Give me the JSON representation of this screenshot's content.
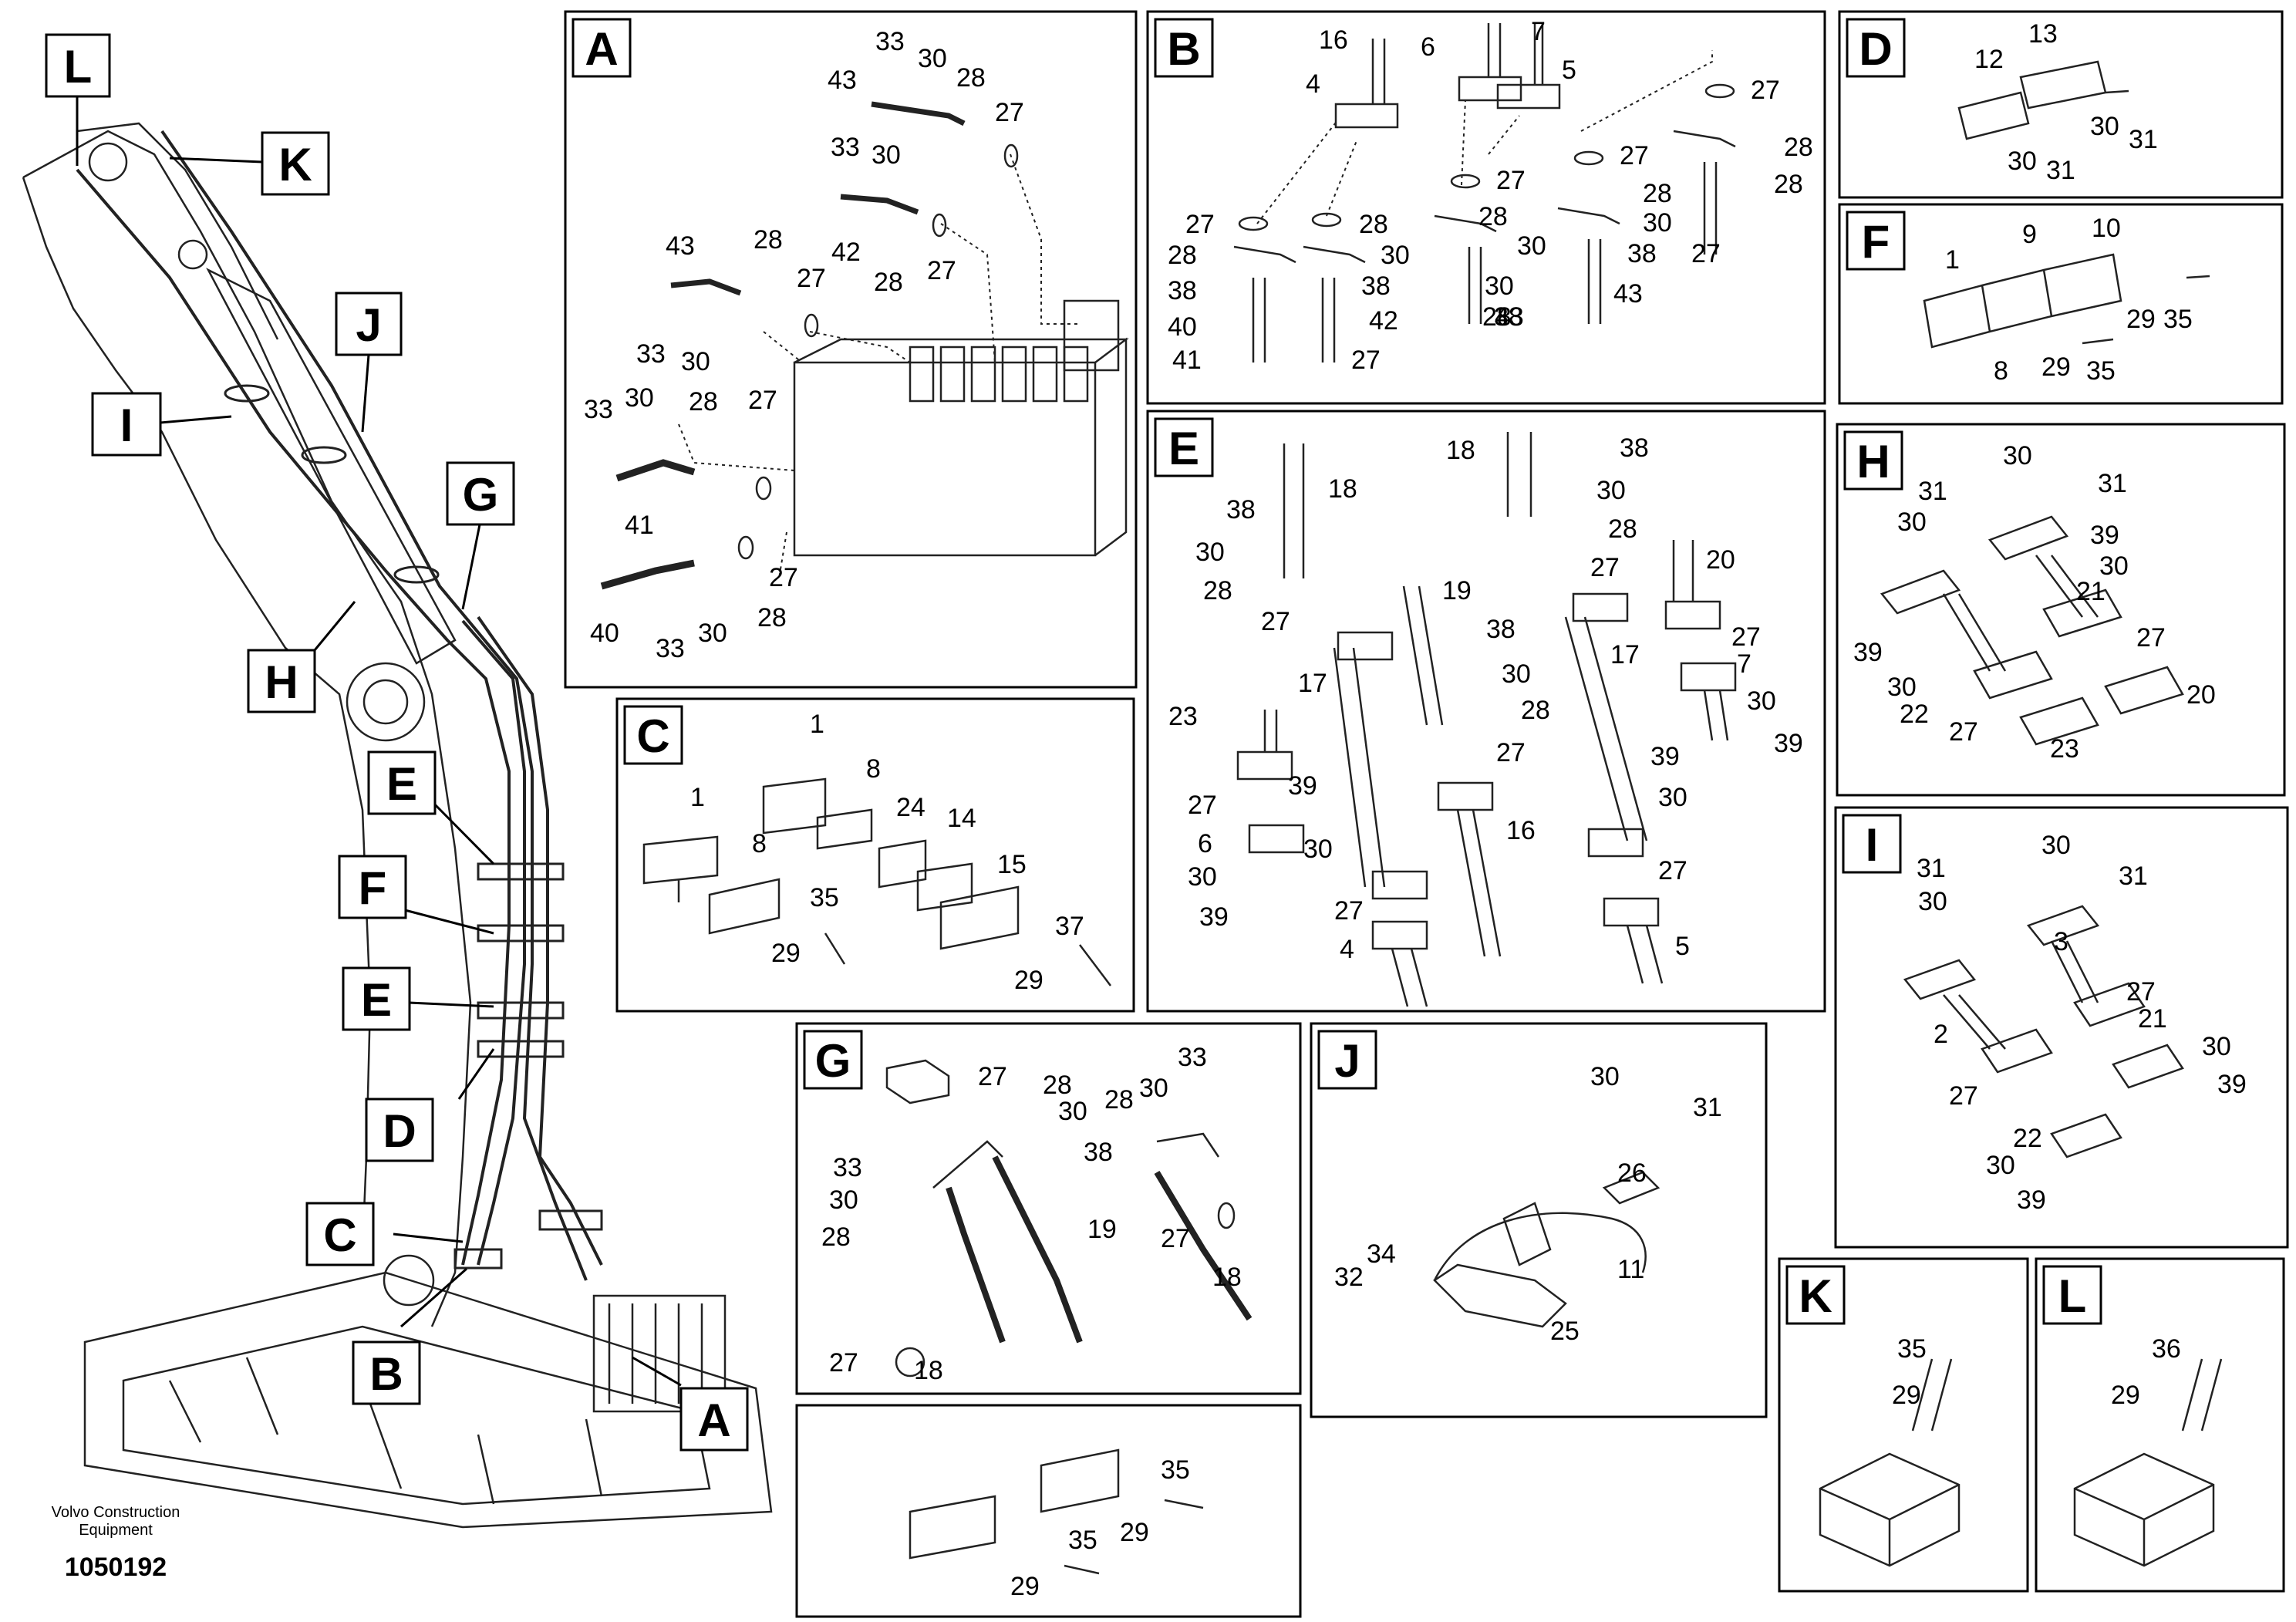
{
  "footer": {
    "brand_line1": "Volvo Construction",
    "brand_line2": "Equipment",
    "diagram_number": "1050192"
  },
  "overview_callouts": [
    "L",
    "K",
    "I",
    "J",
    "G",
    "H",
    "E",
    "F",
    "E",
    "D",
    "C",
    "B",
    "A"
  ],
  "panels": [
    {
      "letter": "A",
      "labels": [
        "33",
        "30",
        "28",
        "43",
        "27",
        "33",
        "30",
        "42",
        "28",
        "27",
        "43",
        "28",
        "27",
        "33",
        "30",
        "33",
        "30",
        "28",
        "27",
        "41",
        "40",
        "33",
        "30",
        "27",
        "28"
      ]
    },
    {
      "letter": "B",
      "labels": [
        "16",
        "7",
        "6",
        "5",
        "4",
        "27",
        "27",
        "28",
        "27",
        "28",
        "27",
        "28",
        "28",
        "30",
        "38",
        "40",
        "41",
        "27",
        "28",
        "30",
        "38",
        "42",
        "28",
        "30",
        "38",
        "43",
        "30",
        "38",
        "43",
        "28",
        "27"
      ]
    },
    {
      "letter": "C",
      "labels": [
        "1",
        "8",
        "1",
        "24",
        "8",
        "14",
        "15",
        "35",
        "29",
        "37",
        "29"
      ]
    },
    {
      "letter": "D",
      "labels": [
        "13",
        "12",
        "30",
        "31",
        "30",
        "31"
      ]
    },
    {
      "letter": "E",
      "labels": [
        "18",
        "38",
        "18",
        "38",
        "30",
        "28",
        "30",
        "28",
        "27",
        "27",
        "19",
        "20",
        "38",
        "30",
        "28",
        "27",
        "17",
        "27",
        "7",
        "30",
        "39",
        "23",
        "27",
        "39",
        "17",
        "39",
        "6",
        "30",
        "16",
        "30",
        "30",
        "39",
        "27",
        "4",
        "27",
        "5"
      ]
    },
    {
      "letter": "F",
      "labels": [
        "9",
        "10",
        "1",
        "8",
        "29",
        "35",
        "29",
        "35"
      ]
    },
    {
      "letter": "G",
      "labels": [
        "27",
        "28",
        "33",
        "30",
        "28",
        "30",
        "33",
        "38",
        "30",
        "28",
        "19",
        "27",
        "18",
        "27",
        "18"
      ]
    },
    {
      "letter": "H",
      "labels": [
        "30",
        "31",
        "31",
        "30",
        "39",
        "30",
        "21",
        "27",
        "39",
        "30",
        "22",
        "27",
        "20",
        "23"
      ]
    },
    {
      "letter": "I",
      "labels": [
        "30",
        "31",
        "31",
        "30",
        "3",
        "27",
        "21",
        "2",
        "30",
        "27",
        "39",
        "22",
        "30",
        "39"
      ]
    },
    {
      "letter": "J",
      "labels": [
        "30",
        "31",
        "26",
        "34",
        "32",
        "11",
        "25"
      ]
    },
    {
      "letter": "K",
      "labels": [
        "35",
        "29"
      ]
    },
    {
      "letter": "L",
      "labels": [
        "36",
        "29"
      ]
    },
    {
      "letter": "",
      "labels": [
        "35",
        "29",
        "35",
        "29"
      ]
    }
  ]
}
